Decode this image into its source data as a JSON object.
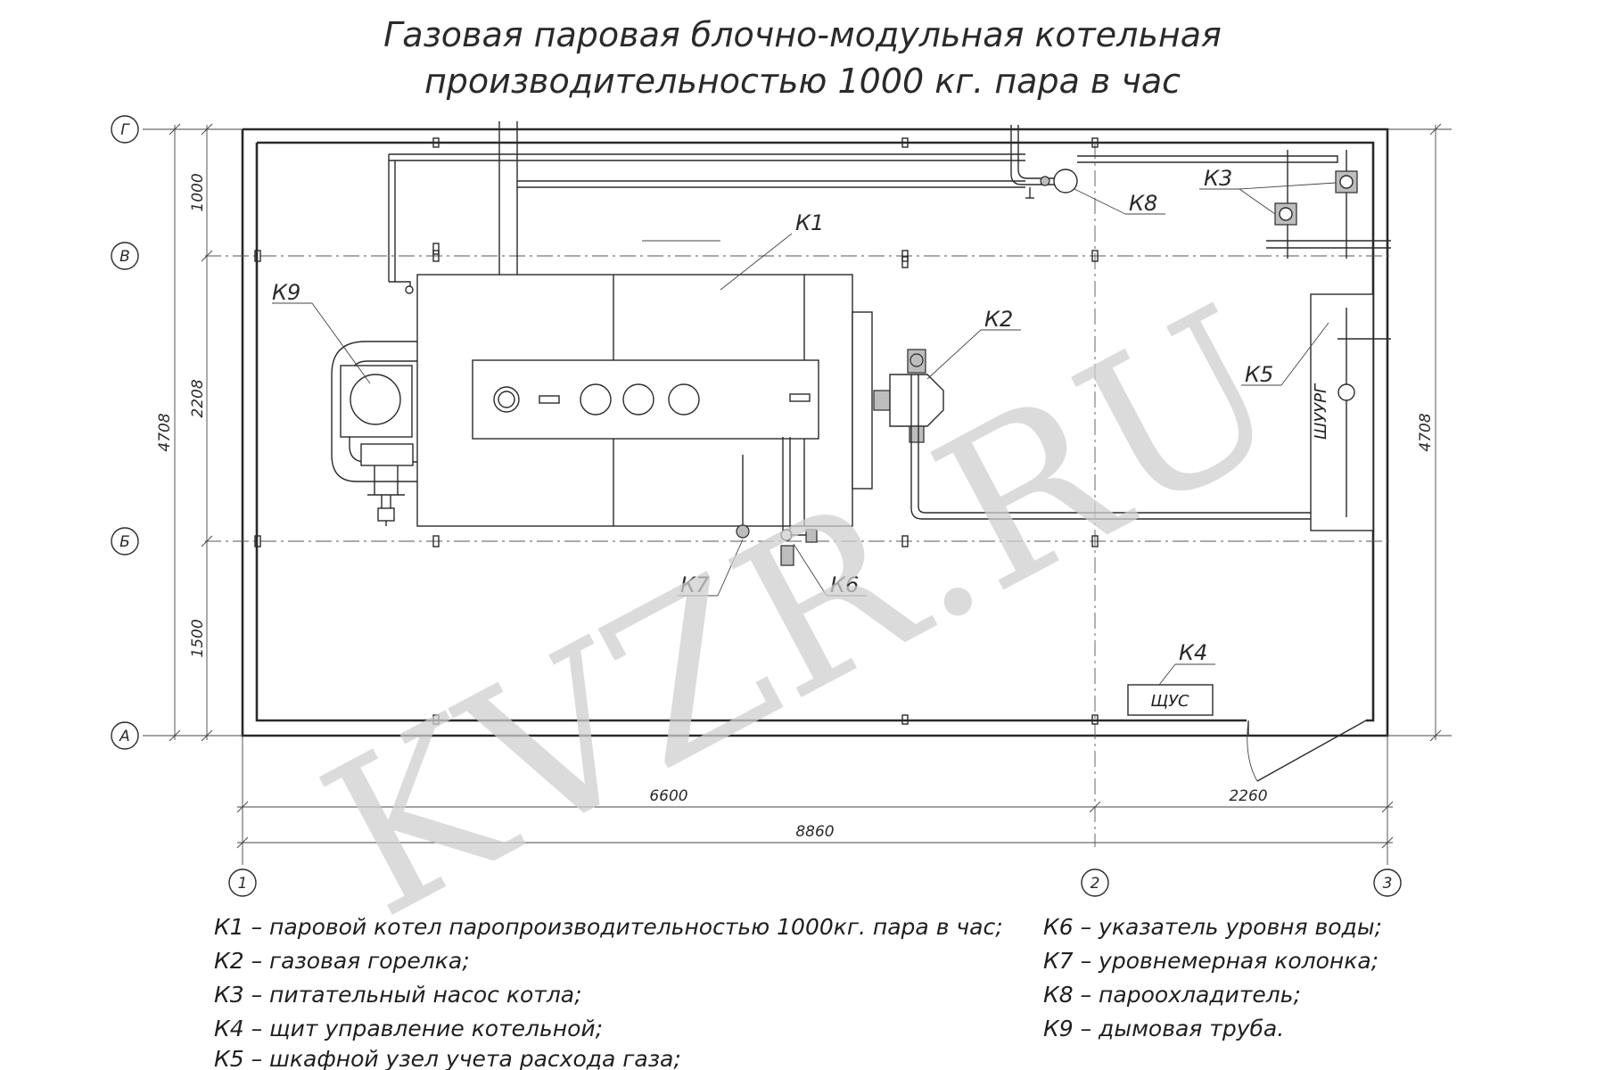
{
  "title": {
    "line1": "Газовая паровая блочно-модульная котельная",
    "line2": "производительностью 1000 кг. пара в час"
  },
  "watermark": "KVZR.RU",
  "axes": {
    "rows": [
      "Г",
      "В",
      "Б",
      "А"
    ],
    "cols": [
      "1",
      "2",
      "3"
    ]
  },
  "dimensions": {
    "left_segments": [
      "1000",
      "2208",
      "1500"
    ],
    "left_total": "4708",
    "right_total": "4708",
    "bottom_segments": [
      "6600",
      "2260"
    ],
    "bottom_total": "8860"
  },
  "equipment_labels": {
    "k1": "К1",
    "k2": "К2",
    "k3": "К3",
    "k4": "К4",
    "k5": "К5",
    "k6": "К6",
    "k7": "К7",
    "k8": "К8",
    "k9": "К9"
  },
  "panels": {
    "gas_cabinet": "ШУУРГ",
    "control_panel": "ЩУС"
  },
  "legend_left": [
    "К1 – паровой  котел паропроизводительностью 1000кг. пара в час;",
    "К2 – газовая горелка;",
    "К3 – питательный насос котла;",
    "К4 – щит управление котельной;",
    "К5 – шкафной узел учета расхода газа;"
  ],
  "legend_right": [
    "К6 – указатель уровня воды;",
    "К7 – уровнемерная колонка;",
    "К8 – пароохладитель;",
    "К9 – дымовая труба."
  ]
}
